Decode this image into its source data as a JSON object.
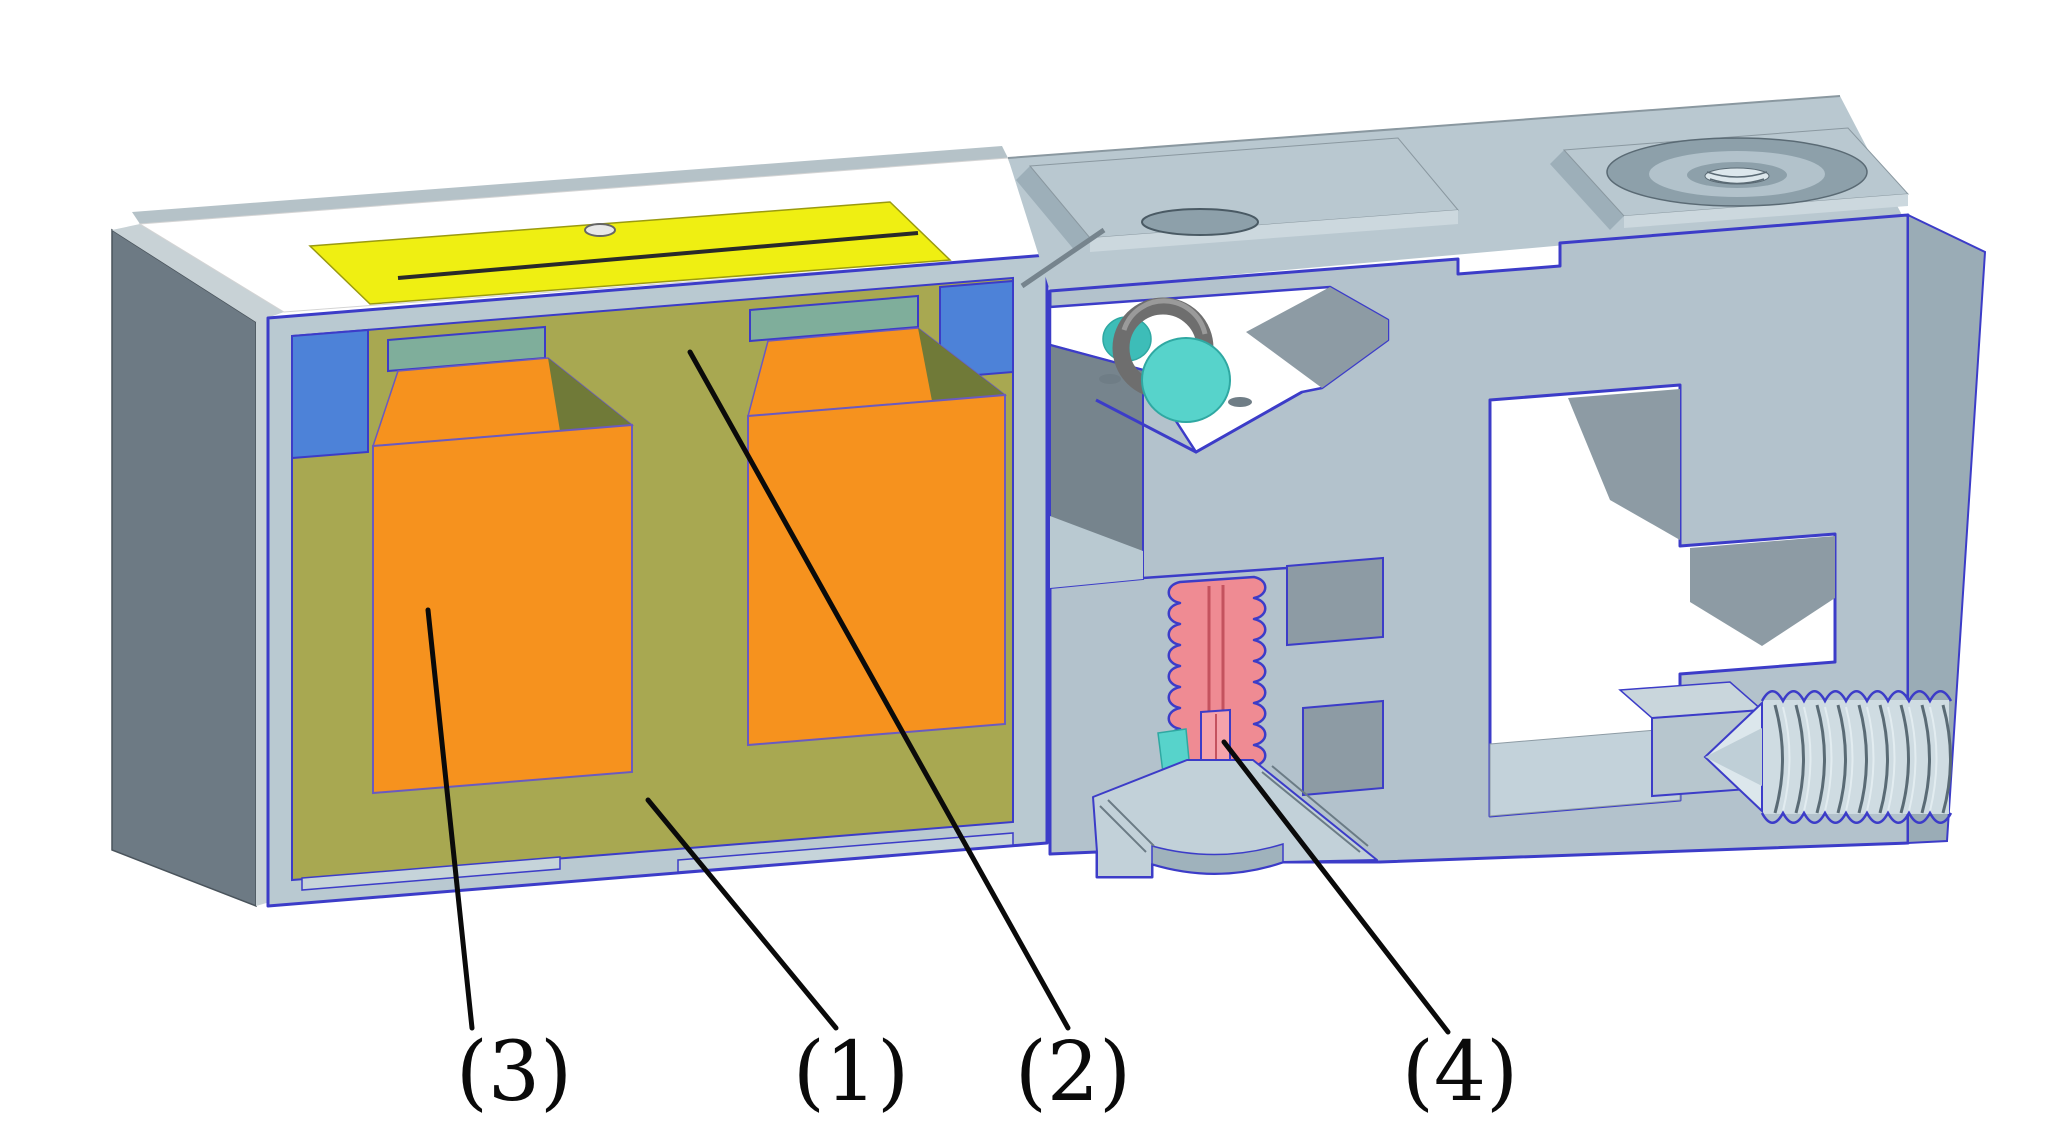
{
  "figure": {
    "type": "cad-cross-section",
    "description": "Sectioned 3D CAD view of a rectangular transducer block: left half shows a potted coil cavity, right half shows a machined body with roller, vertical screw, stepped cutout and threaded bore",
    "background": "#ffffff"
  },
  "colors": {
    "body": "#b3c2cc",
    "side": "#6d7a84",
    "wall": "#b9c9d1",
    "internal": "#8d9ba4",
    "encapsulant": "#a8a851",
    "coil": "#f6921e",
    "coil_shadow": "#707a38",
    "cover_plate": "#efef12",
    "pocket": "#4d82d8",
    "flange": "#7fae9b",
    "roller": "#57d3cb",
    "roller_dark": "#3dbdb8",
    "ring": "#6e6e6e",
    "screw": "#ef8b93",
    "outline": "#3c3cc8",
    "leader": "#0a0a0a"
  },
  "annotations": {
    "labels": [
      {
        "text": "(3)",
        "target": "left-coil-block"
      },
      {
        "text": "(1)",
        "target": "encapsulant-body"
      },
      {
        "text": "(2)",
        "target": "center-core-limb"
      },
      {
        "text": "(4)",
        "target": "threaded-screw"
      }
    ]
  }
}
